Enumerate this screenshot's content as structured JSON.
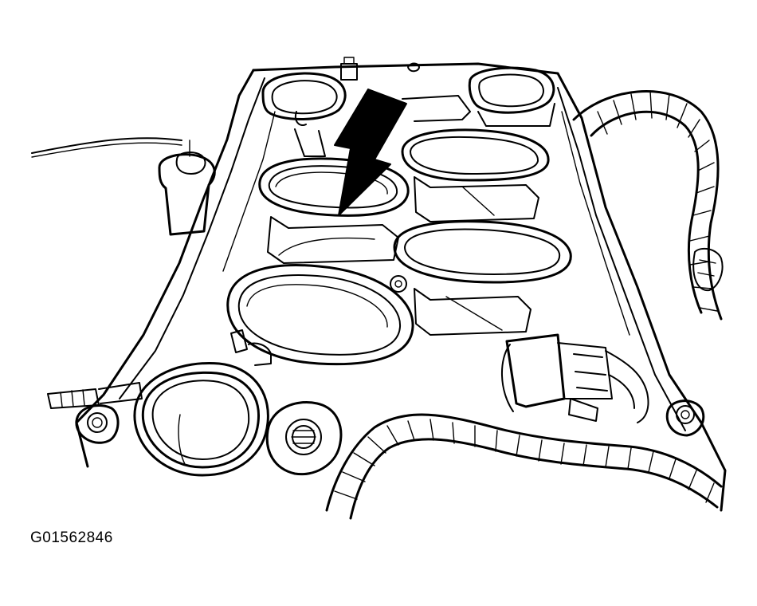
{
  "figure": {
    "id_text": "G01562846",
    "ink_color": "#000000",
    "paper_color": "#ffffff"
  },
  "callouts": [
    {
      "kind": "arrow",
      "points_to": "intake-manifold-gasket"
    }
  ]
}
